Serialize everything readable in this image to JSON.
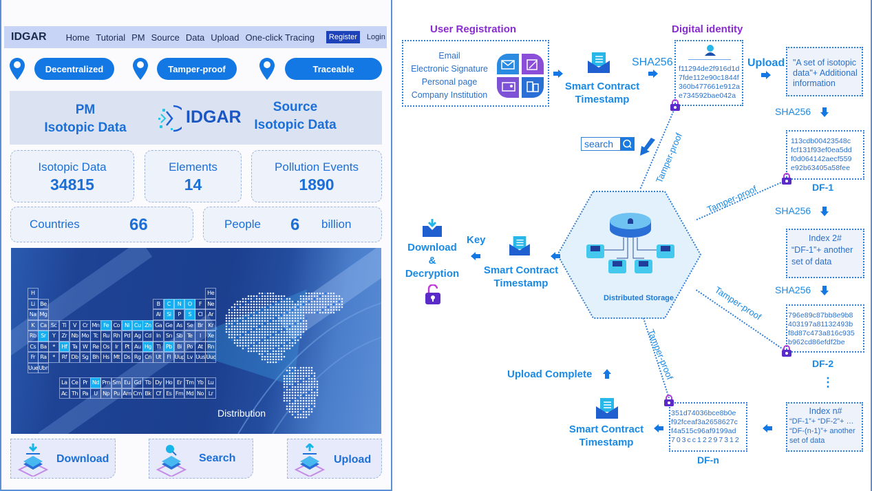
{
  "navbar": {
    "brand": "IDGAR",
    "links": [
      "Home",
      "Tutorial",
      "PM",
      "Source",
      "Data",
      "Upload",
      "One-click Tracing"
    ],
    "register_label": "Register",
    "login_label": "Login"
  },
  "features": [
    "Decentralized",
    "Tamper-proof",
    "Traceable"
  ],
  "hero": {
    "left_title_1": "PM",
    "left_title_2": "Isotopic Data",
    "logo_text": "IDGAR",
    "right_title_1": "Source",
    "right_title_2": "Isotopic Data"
  },
  "stats": {
    "isotopic_data": {
      "label": "Isotopic Data",
      "value": "34815"
    },
    "elements": {
      "label": "Elements",
      "value": "14"
    },
    "pollution_events": {
      "label": "Pollution Events",
      "value": "1890"
    },
    "countries": {
      "label": "Countries",
      "value": "66"
    },
    "people": {
      "label": "People",
      "value": "6",
      "unit": "billion"
    }
  },
  "periodic_table": {
    "rows": [
      [
        "H",
        "",
        "",
        "",
        "",
        "",
        "",
        "",
        "",
        "",
        "",
        "",
        "",
        "",
        "",
        "",
        "",
        "He"
      ],
      [
        "Li",
        "Be",
        "",
        "",
        "",
        "",
        "",
        "",
        "",
        "",
        "",
        "",
        "B",
        "C",
        "N",
        "O",
        "F",
        "Ne"
      ],
      [
        "Na",
        "Mg",
        "",
        "",
        "",
        "",
        "",
        "",
        "",
        "",
        "",
        "",
        "Al",
        "Si",
        "P",
        "S",
        "Cl",
        "Ar"
      ],
      [
        "K",
        "Ca",
        "Sc",
        "Ti",
        "V",
        "Cr",
        "Mn",
        "Fe",
        "Co",
        "Ni",
        "Cu",
        "Zn",
        "Ga",
        "Ge",
        "As",
        "Se",
        "Br",
        "Kr"
      ],
      [
        "Rb",
        "Sr",
        "Y",
        "Zr",
        "Nb",
        "Mo",
        "Tc",
        "Ru",
        "Rh",
        "Pd",
        "Ag",
        "Cd",
        "In",
        "Sn",
        "Sb",
        "Te",
        "I",
        "Xe"
      ],
      [
        "Cs",
        "Ba",
        "*",
        "Hf",
        "Ta",
        "W",
        "Re",
        "Os",
        "Ir",
        "Pt",
        "Au",
        "Hg",
        "Tl",
        "Pb",
        "Bi",
        "Po",
        "At",
        "Rn"
      ],
      [
        "Fr",
        "Ra",
        "*",
        "Rf",
        "Db",
        "Sg",
        "Bh",
        "Hs",
        "Mt",
        "Ds",
        "Rg",
        "Cn",
        "Ut",
        "Fl",
        "Uup",
        "Lv",
        "Uus",
        "Uuo"
      ],
      [
        "Uue",
        "Ubn",
        "",
        "",
        "",
        "",
        "",
        "",
        "",
        "",
        "",
        "",
        "",
        "",
        "",
        "",
        "",
        ""
      ]
    ],
    "lanthanides": [
      "La",
      "Ce",
      "Pr",
      "Nd",
      "Pm",
      "Sm",
      "Eu",
      "Gd",
      "Tb",
      "Dy",
      "Ho",
      "Er",
      "Tm",
      "Yb",
      "Lu"
    ],
    "actinides": [
      "Ac",
      "Th",
      "Pa",
      "U",
      "Np",
      "Pu",
      "Am",
      "Cm",
      "Bk",
      "Cf",
      "Es",
      "Fm",
      "Md",
      "No",
      "Lr"
    ],
    "highlighted": [
      "C",
      "N",
      "O",
      "Si",
      "S",
      "Fe",
      "Ni",
      "Cu",
      "Zn",
      "Sr",
      "Hf",
      "Hg",
      "Pb",
      "Nd"
    ]
  },
  "image_caption": "Distribution",
  "actions": [
    {
      "label": "Download",
      "icon": "download-icon"
    },
    {
      "label": "Search",
      "icon": "search-icon"
    },
    {
      "label": "Upload",
      "icon": "upload-icon"
    }
  ],
  "flow": {
    "user_registration": {
      "title": "User Registration",
      "items": [
        "Email",
        "Electronic Signature",
        "Personal page",
        "Company Institution"
      ]
    },
    "smart_contract_top": {
      "line1": "Smart Contract",
      "line2": "Timestamp"
    },
    "sha256_label": "SHA256",
    "digital_identity": {
      "title": "Digital identity",
      "hash": [
        "f11294de2f916d1d",
        "7fde112e90c1844f",
        "360b477661e912a",
        "e734592bae042a"
      ]
    },
    "upload_label": "Upload",
    "upload_box": [
      "\"A set of isotopic",
      "data\"+ Additional",
      "information"
    ],
    "sha256_down_1": "SHA256",
    "df1": {
      "label": "DF-1",
      "hash": [
        "113cdb00423548c",
        "fcf131f93ef0ea5dd",
        "f0d064142aecf559",
        "e92b63405a58fee"
      ]
    },
    "sha256_down_2": "SHA256",
    "index2": [
      "Index 2#",
      "“DF-1”+ another",
      "set of data"
    ],
    "sha256_down_3": "SHA256",
    "df2": {
      "label": "DF-2",
      "hash": [
        "796e89c87bb8e9b8",
        "403197a81132493b",
        "f8d87c473a816c935",
        "b962cd86efdf2be"
      ]
    },
    "ellipsis": "⋮",
    "indexn": [
      "Index n#",
      "“DF-1”+ “DF-2”+ …",
      "“DF-(n-1)”+ another",
      "set of data"
    ],
    "dfn": {
      "label": "DF-n",
      "hash": [
        "351d74036bce8b0e",
        "f92fceaf3a2658627c",
        "f4a515c96af9199ad",
        "703cc12297312"
      ]
    },
    "smart_contract_bottom": {
      "line1": "Smart Contract",
      "line2": "Timestamp"
    },
    "upload_complete": "Upload Complete",
    "search_placeholder": "search",
    "distributed_storage": "Distributed Storage",
    "tamper_proof": "Tamper-proof",
    "smart_contract_mid": {
      "line1": "Smart Contract",
      "line2": "Timestamp"
    },
    "key_label": "Key",
    "download_decryption": [
      "Download",
      "&",
      "Decryption"
    ]
  },
  "colors": {
    "accent_blue": "#1478e4",
    "text_blue": "#1a8ae4",
    "purple_title": "#8a2bd1",
    "highlight_cyan": "#15aef0",
    "nav_bg": "#c8d4f5"
  }
}
